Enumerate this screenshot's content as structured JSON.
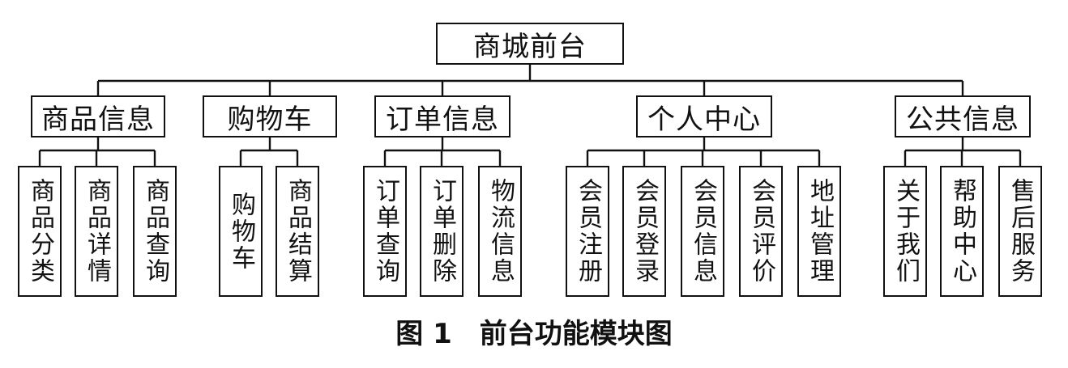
{
  "root": {
    "label": "商城前台"
  },
  "modules": [
    {
      "label": "商品信息",
      "children": [
        "商品分类",
        "商品详情",
        "商品查询"
      ]
    },
    {
      "label": "购物车",
      "children": [
        "购物车",
        "商品结算"
      ]
    },
    {
      "label": "订单信息",
      "children": [
        "订单查询",
        "订单删除",
        "物流信息"
      ]
    },
    {
      "label": "个人中心",
      "children": [
        "会员注册",
        "会员登录",
        "会员信息",
        "会员评价",
        "地址管理"
      ]
    },
    {
      "label": "公共信息",
      "children": [
        "关于我们",
        "帮助中心",
        "售后服务"
      ]
    }
  ],
  "caption": "图 1　前台功能模块图"
}
